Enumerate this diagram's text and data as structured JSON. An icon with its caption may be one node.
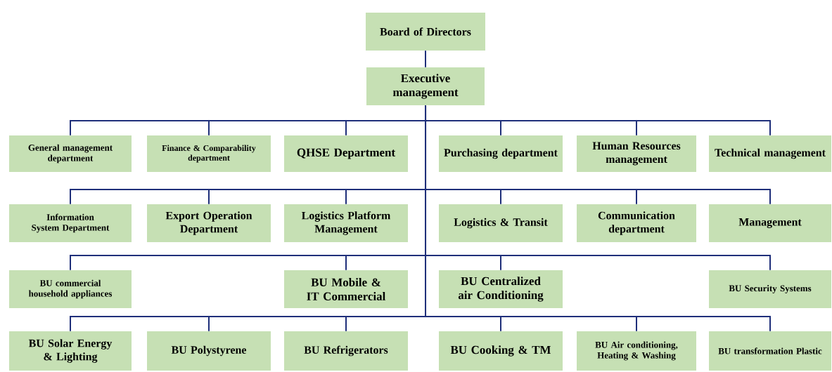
{
  "diagram": {
    "nodes": [
      {
        "text": [
          "Board of Directors"
        ]
      },
      {
        "text": [
          "Executive management"
        ]
      },
      {
        "text": [
          "General management department"
        ]
      },
      {
        "text": [
          "Finance & Comparability department"
        ]
      },
      {
        "text": [
          "QHSE Department"
        ]
      },
      {
        "text": [
          "Purchasing department"
        ]
      },
      {
        "text": [
          "Human Resources management"
        ]
      },
      {
        "text": [
          "Technical management"
        ]
      },
      {
        "text": [
          "Information System Department"
        ]
      },
      {
        "text": [
          "Export Operation Department"
        ]
      },
      {
        "text": [
          "Logistics Platform Management"
        ]
      },
      {
        "text": [
          "Logistics & Transit"
        ]
      },
      {
        "text": [
          "Communication department"
        ]
      },
      {
        "text": [
          "Management"
        ]
      },
      {
        "text": [
          "BU commercial household appliances"
        ]
      },
      {
        "text": [
          "BU Mobile & IT Commercial"
        ]
      },
      {
        "text": [
          "BU Centralized air Conditioning"
        ]
      },
      {
        "text": [
          "BU Security Systems"
        ]
      },
      {
        "text": [
          "BU Solar Energy & Lighting"
        ]
      },
      {
        "text": [
          "BU Polystyrene"
        ]
      },
      {
        "text": [
          "BU Refrigerators"
        ]
      },
      {
        "text": [
          "BU Cooking & TM"
        ]
      },
      {
        "text": [
          "BU Air conditioning, Heating & Washing"
        ]
      },
      {
        "text": [
          "BU transformation Plastic"
        ]
      }
    ],
    "edges": [
      {
        "from": 0,
        "to": 1,
        "arrow": "none"
      },
      {
        "from": 1,
        "to": 2,
        "arrow": "none"
      },
      {
        "from": 1,
        "to": 3,
        "arrow": "none"
      },
      {
        "from": 1,
        "to": 4,
        "arrow": "none"
      },
      {
        "from": 1,
        "to": 5,
        "arrow": "none"
      },
      {
        "from": 1,
        "to": 6,
        "arrow": "none"
      },
      {
        "from": 1,
        "to": 7,
        "arrow": "none"
      },
      {
        "from": 1,
        "to": 8,
        "arrow": "none"
      },
      {
        "from": 1,
        "to": 9,
        "arrow": "none"
      },
      {
        "from": 1,
        "to": 10,
        "arrow": "none"
      },
      {
        "from": 1,
        "to": 11,
        "arrow": "none"
      },
      {
        "from": 1,
        "to": 12,
        "arrow": "none"
      },
      {
        "from": 1,
        "to": 13,
        "arrow": "none"
      },
      {
        "from": 1,
        "to": 14,
        "arrow": "none"
      },
      {
        "from": 1,
        "to": 15,
        "arrow": "none"
      },
      {
        "from": 1,
        "to": 16,
        "arrow": "none"
      },
      {
        "from": 1,
        "to": 17,
        "arrow": "none"
      },
      {
        "from": 1,
        "to": 18,
        "arrow": "none"
      },
      {
        "from": 1,
        "to": 19,
        "arrow": "none"
      },
      {
        "from": 1,
        "to": 20,
        "arrow": "none"
      },
      {
        "from": 1,
        "to": 21,
        "arrow": "none"
      },
      {
        "from": 1,
        "to": 22,
        "arrow": "none"
      },
      {
        "from": 1,
        "to": 23,
        "arrow": "none"
      }
    ]
  }
}
